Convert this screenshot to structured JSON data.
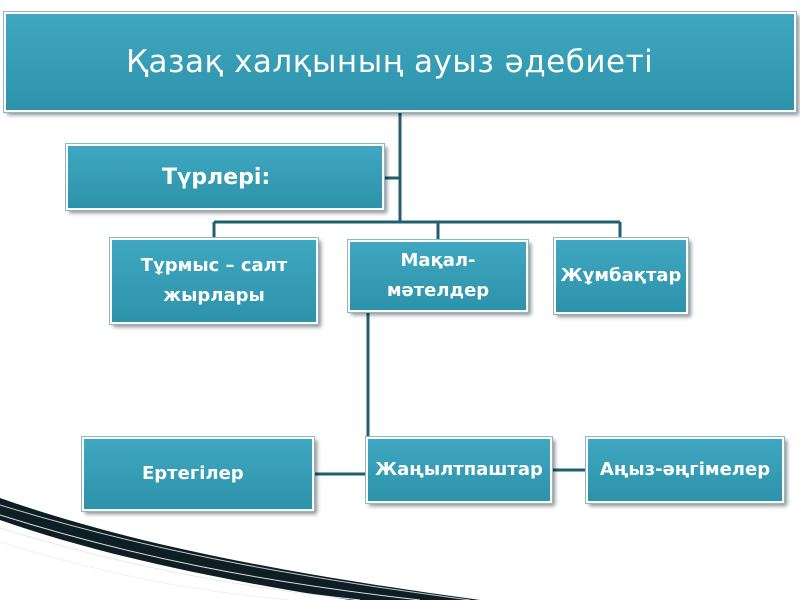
{
  "diagram": {
    "title": "Қазақ халқының  ауыз әдебиеті",
    "types_label": "Түрлері:",
    "nodes": {
      "turmys_salt": "Тұрмыс – салт жырлары",
      "makal_matelder": "Мақал-мәтелдер",
      "zhumbaktar": "Жұмбақтар",
      "ertegiler": "Ертегілер",
      "zhanyltpashtar": "Жаңылтпаштар",
      "anyz_angimeler": "Аңыз-әңгімелер"
    }
  },
  "colors": {
    "box_fill": "#2f96ae",
    "box_border": "#ffffff",
    "connector": "#1f5f6e",
    "text": "#ffffff"
  }
}
